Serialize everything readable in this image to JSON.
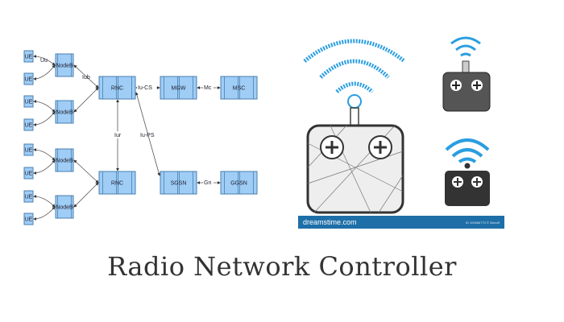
{
  "title": "Radio Network Controller",
  "diagram": {
    "nodes": {
      "ue": "UE",
      "nodeb": "NodeB",
      "rnc": "RNC",
      "mgw": "MGW",
      "msc": "MSC",
      "sgsn": "SGSN",
      "ggsn": "GGSN"
    },
    "interfaces": {
      "uu": "Uu",
      "iub": "Iub",
      "iu_cs": "Iu-CS",
      "mc": "Mc",
      "iur": "Iur",
      "iu_ps": "Iu-PS",
      "gn": "Gn"
    },
    "colors": {
      "node_fill": "#9fcdf5",
      "node_stroke": "#4a7fb0"
    }
  },
  "stock_image": {
    "watermark": "dreamstime.com",
    "watermark_id": "ID 100666773 © Maxoff",
    "icon": "wifi-remote-control-icon",
    "colors": {
      "wifi_blue": "#2a9ee0",
      "bar": "#1e6fa8",
      "dark": "#333333"
    }
  }
}
